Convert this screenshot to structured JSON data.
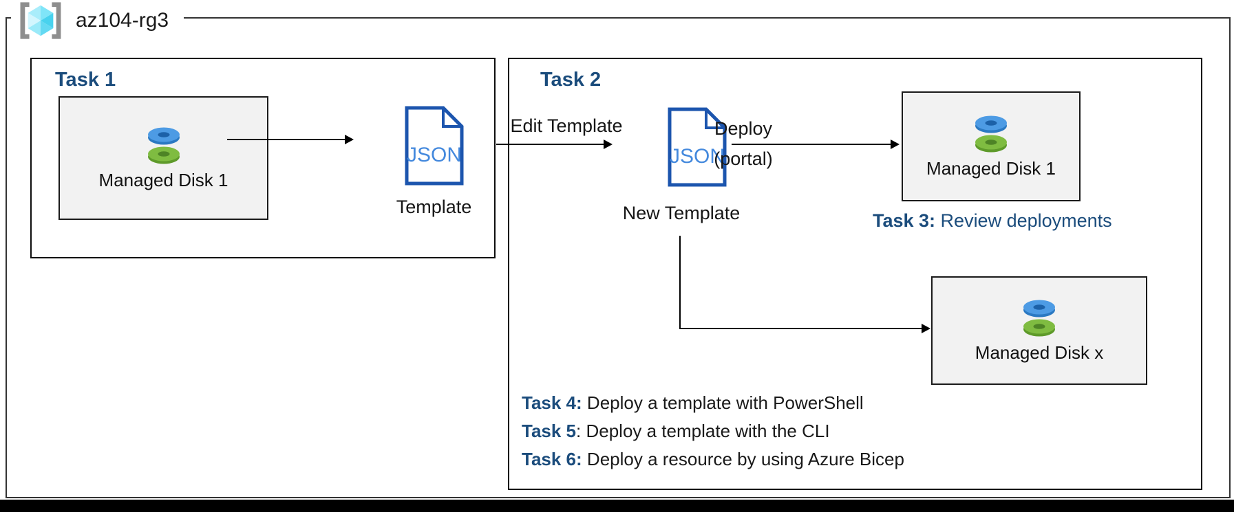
{
  "resource_group": {
    "name": "az104-rg3"
  },
  "labels": {
    "json_doc": "JSON"
  },
  "task1": {
    "title": "Task 1",
    "disk": {
      "label": "Managed Disk 1"
    },
    "template_caption": "Template"
  },
  "task2": {
    "title": "Task 2",
    "edit_arrow": "Edit Template",
    "new_template_caption": "New Template",
    "deploy_line1": "Deploy",
    "deploy_line2": "(portal)",
    "disk_top": {
      "label": "Managed Disk 1"
    },
    "disk_bottom": {
      "label": "Managed Disk x"
    },
    "task3": {
      "prefix": "Task 3:",
      "text": " Review deployments"
    },
    "task_list": [
      {
        "prefix": "Task 4:",
        "sep": " ",
        "text": "Deploy a template with PowerShell"
      },
      {
        "prefix": "Task 5",
        "sep": ": ",
        "text": "Deploy a template with the CLI"
      },
      {
        "prefix": "Task 6:",
        "sep": " ",
        "text": "Deploy a resource by using Azure Bicep"
      }
    ]
  },
  "colors": {
    "navy_heading": "#1B4C7C",
    "json_icon_border": "#1C55AE",
    "json_icon_text": "#4489DD",
    "resource_box_fill": "#F2F2F2",
    "disk_blue": "#4D9BE4",
    "disk_green": "#7FBC41",
    "cube_cyan": "#48D2EE",
    "bracket_gray": "#8E8E8E",
    "connector": "#000000"
  },
  "icons": {
    "resource_group": "azure-resource-group-cube-icon",
    "template": "json-document-icon",
    "disk": "managed-disk-stack-icon"
  }
}
